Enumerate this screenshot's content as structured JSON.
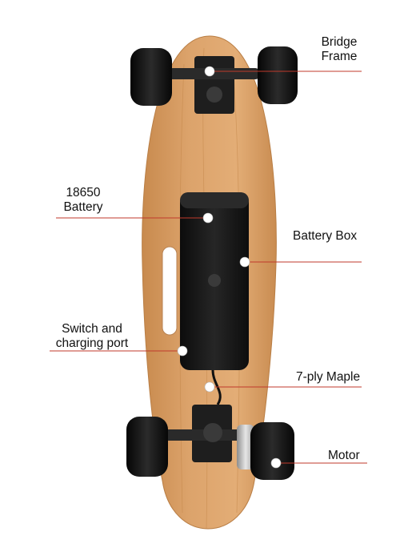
{
  "diagram": {
    "callouts": [
      {
        "id": "bridge-frame",
        "lines": [
          "Bridge",
          "Frame"
        ]
      },
      {
        "id": "battery-18650",
        "lines": [
          "18650",
          "Battery"
        ]
      },
      {
        "id": "battery-box",
        "lines": [
          "Battery Box"
        ]
      },
      {
        "id": "switch-port",
        "lines": [
          "Switch and",
          "charging port"
        ]
      },
      {
        "id": "maple",
        "lines": [
          "7-ply Maple"
        ]
      },
      {
        "id": "motor",
        "lines": [
          "Motor"
        ]
      }
    ]
  },
  "colors": {
    "deck": "#d9a066",
    "deck_edge": "#c48a52",
    "wheel": "#1a1a1a",
    "truck": "#222222",
    "battery": "#151515",
    "motor_metal": "#c9c9c9",
    "callout_line": "#c0392b",
    "callout_dot": "#ffffff"
  }
}
